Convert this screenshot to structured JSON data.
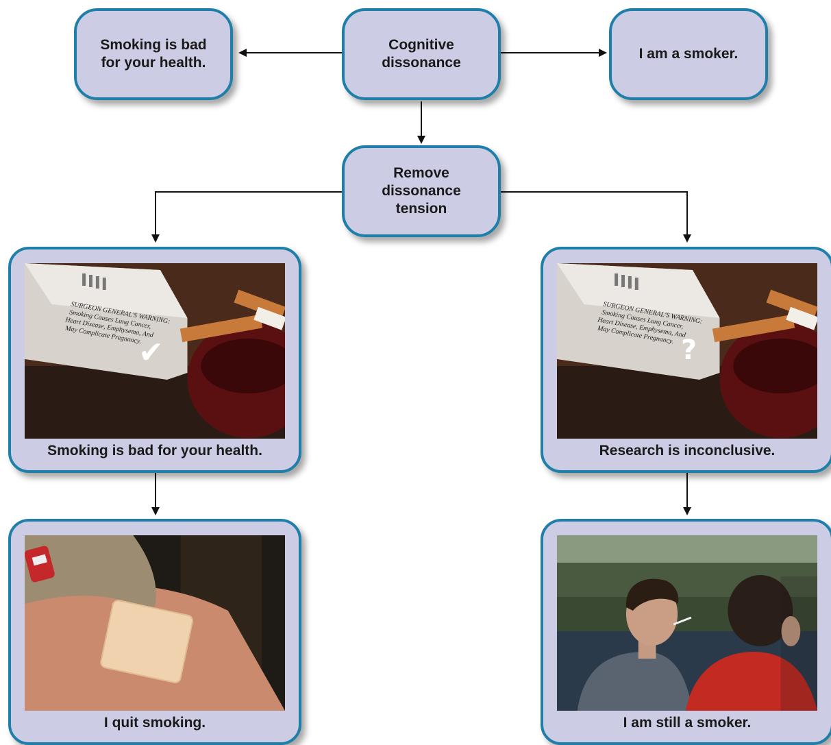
{
  "nodes": {
    "smoking_bad": "Smoking is bad\nfor your health.",
    "cognitive": "Cognitive\ndissonance",
    "smoker": "I am a smoker.",
    "remove": "Remove\ndissonance\ntension"
  },
  "cards": {
    "left_top": {
      "caption": "Smoking is bad for your health.",
      "mark": "✔"
    },
    "right_top": {
      "caption": "Research is inconclusive.",
      "mark": "?"
    },
    "left_bottom": {
      "caption": "I quit smoking."
    },
    "right_bottom": {
      "caption": "I am still a smoker."
    }
  },
  "pack_warning": {
    "line1": "SURGEON GENERAL'S WARNING:",
    "line2": "Smoking Causes Lung Cancer,",
    "line3": "Heart Disease, Emphysema, And",
    "line4": "May Complicate Pregnancy."
  },
  "colors": {
    "box_fill": "#cccce4",
    "box_border": "#1f7fa8",
    "arrow": "#111111"
  }
}
